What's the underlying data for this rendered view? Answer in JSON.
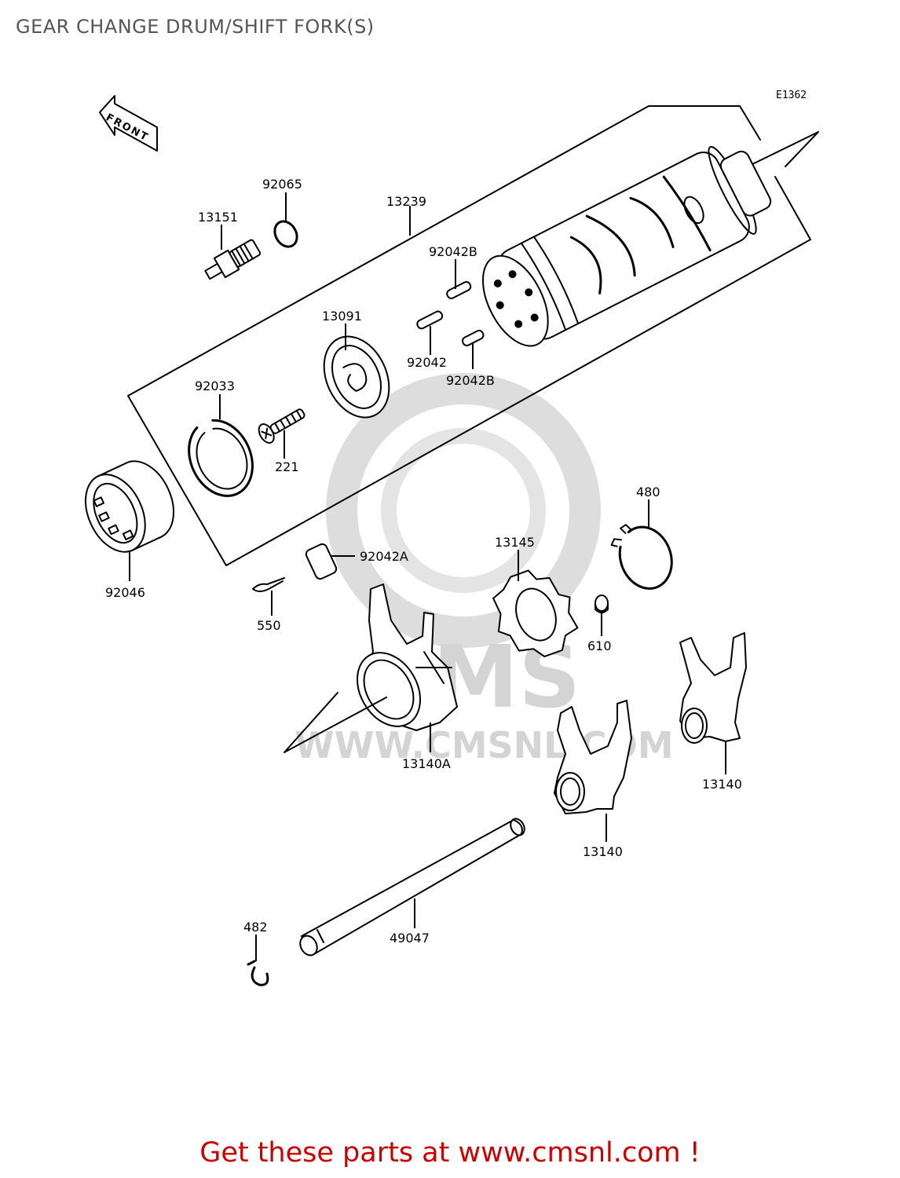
{
  "header": {
    "title": "GEAR CHANGE DRUM/SHIFT FORK(S)"
  },
  "diagram": {
    "code": "E1362",
    "front_label": "FRONT",
    "parts": [
      {
        "label": "92065",
        "name": "washer"
      },
      {
        "label": "13151",
        "name": "switch"
      },
      {
        "label": "13239",
        "name": "drum-assembly"
      },
      {
        "label": "92042B",
        "name": "pin"
      },
      {
        "label": "13091",
        "name": "holder"
      },
      {
        "label": "92042",
        "name": "pin"
      },
      {
        "label": "92042B",
        "name": "pin"
      },
      {
        "label": "92033",
        "name": "circlip"
      },
      {
        "label": "221",
        "name": "screw"
      },
      {
        "label": "92046",
        "name": "bearing"
      },
      {
        "label": "480",
        "name": "circlip"
      },
      {
        "label": "13145",
        "name": "stopper"
      },
      {
        "label": "92042A",
        "name": "pin"
      },
      {
        "label": "550",
        "name": "cotter-pin"
      },
      {
        "label": "610",
        "name": "pin"
      },
      {
        "label": "13140A",
        "name": "shift-fork"
      },
      {
        "label": "13140",
        "name": "shift-fork"
      },
      {
        "label": "13140",
        "name": "shift-fork"
      },
      {
        "label": "482",
        "name": "clip"
      },
      {
        "label": "49047",
        "name": "shift-rod"
      }
    ]
  },
  "watermark": {
    "text": "WWW.CMSNL.COM",
    "logo": "CMS"
  },
  "footer": {
    "text": "Get these parts at www.cmsnl.com !",
    "color": "#cc0000"
  }
}
